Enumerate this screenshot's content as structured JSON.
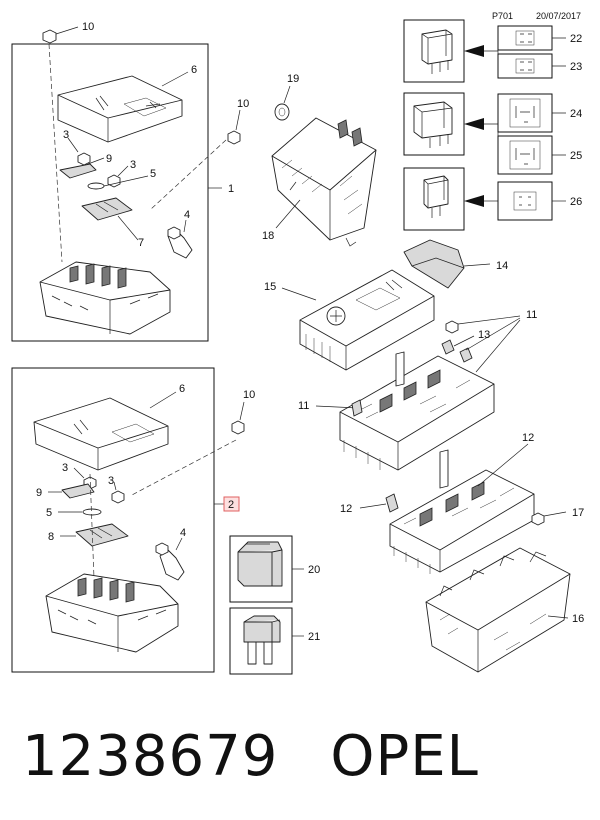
{
  "header": {
    "page_code": "P701",
    "date": "20/07/2017"
  },
  "callouts": {
    "c10a": "10",
    "c6a": "6",
    "c19": "19",
    "c10b": "10",
    "c3a": "3",
    "c9a": "9",
    "c3b": "3",
    "c5a": "5",
    "c1": "1",
    "c7": "7",
    "c4a": "4",
    "c18": "18",
    "c22": "22",
    "c23": "23",
    "c24": "24",
    "c25": "25",
    "c26": "26",
    "c14": "14",
    "c15": "15",
    "c11a": "11",
    "c13": "13",
    "c11b": "11",
    "c6b": "6",
    "c10c": "10",
    "c3c": "3",
    "c9b": "9",
    "c3d": "3",
    "c5b": "5",
    "c2": "2",
    "c8": "8",
    "c4b": "4",
    "c12a": "12",
    "c12b": "12",
    "c17": "17",
    "c20": "20",
    "c21": "21",
    "c16": "16"
  },
  "footer": {
    "part_number": "1238679",
    "brand": "OPEL"
  },
  "colors": {
    "highlight_border": "#e06060",
    "highlight_fill": "#fde0e0",
    "ink": "#222222"
  }
}
